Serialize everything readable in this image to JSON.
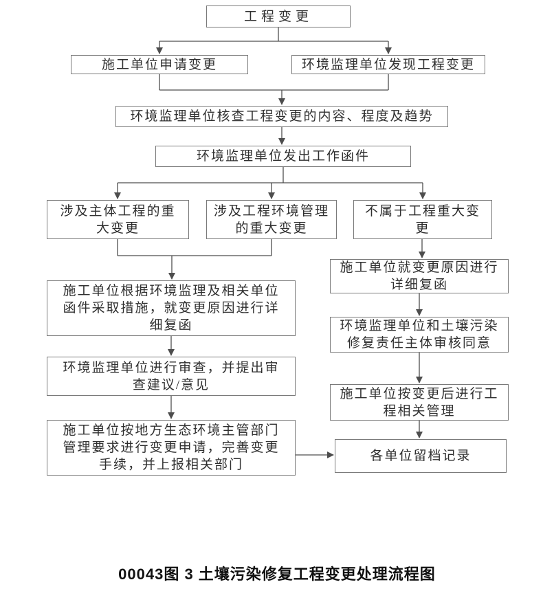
{
  "figure": {
    "caption": "00043图 3 土壤污染修复工程变更处理流程图"
  },
  "colors": {
    "box_border": "#7a7a7a",
    "box_background": "#ffffff",
    "text": "#2f2f2f",
    "arrow": "#4d4d4d",
    "background": "#ffffff"
  },
  "nodes": {
    "start": {
      "label": "工程变更"
    },
    "apply_change": {
      "label": "施工单位申请变更"
    },
    "discover_change": {
      "label": "环境监理单位发现工程变更"
    },
    "verify": {
      "label": "环境监理单位核查工程变更的内容、程度及趋势"
    },
    "work_letter": {
      "label": "环境监理单位发出工作函件"
    },
    "branch_main_project": {
      "label": [
        "涉及主体工程的重",
        "大变更"
      ]
    },
    "branch_env_mgmt": {
      "label": [
        "涉及工程环境管理",
        "的重大变更"
      ]
    },
    "branch_not_major": {
      "label": [
        "不属于工程重大变",
        "更"
      ]
    },
    "detailed_reply": {
      "label": [
        "施工单位根据环境监理及相关单位",
        "函件采取措施，就变更原因进行详",
        "细复函"
      ]
    },
    "review_opinion": {
      "label": [
        "环境监理单位进行审查，并提出审",
        "查建议/意见"
      ]
    },
    "report_authority": {
      "label": [
        "施工单位按地方生态环境主管部门",
        "管理要求进行变更申请，完善变更",
        "手续，并上报相关部门"
      ]
    },
    "reason_reply": {
      "label": [
        "施工单位就变更原因进行",
        "详细复函"
      ]
    },
    "approve": {
      "label": [
        "环境监理单位和土壤污染",
        "修复责任主体审核同意"
      ]
    },
    "post_change_mgmt": {
      "label": [
        "施工单位按变更后进行工",
        "程相关管理"
      ]
    },
    "archive": {
      "label": "各单位留档记录"
    }
  }
}
